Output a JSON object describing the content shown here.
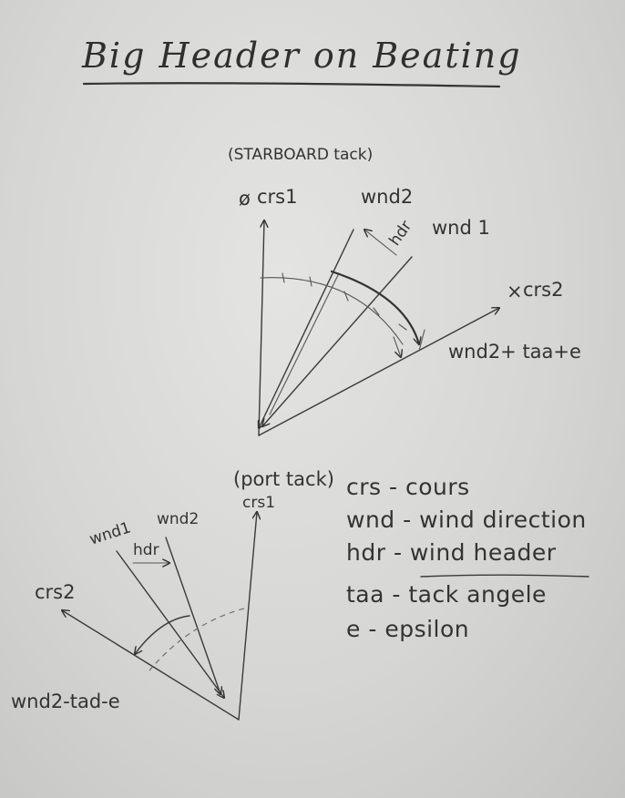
{
  "title": "Big Header on Beating",
  "starboard": {
    "tack_label": "(STARBOARD tack)",
    "crs1": "crs1",
    "crs1_mark": "ø",
    "crs2": "crs2",
    "crs2_mark": "×",
    "wnd2": "wnd2",
    "wnd1": "wnd 1",
    "hdr": "hdr",
    "formula": "wnd2+ taa+e"
  },
  "port": {
    "tack_label": "(port tack)",
    "crs1": "crs1",
    "crs2": "crs2",
    "wnd1": "wnd1",
    "wnd2": "wnd2",
    "hdr": "hdr",
    "formula": "wnd2-tad-e"
  },
  "legend": [
    {
      "abbr": "crs",
      "meaning": "cours"
    },
    {
      "abbr": "wnd",
      "meaning": "wind direction"
    },
    {
      "abbr": "hdr",
      "meaning": "wind header"
    },
    {
      "abbr": "taa",
      "meaning": "tack angele"
    },
    {
      "abbr": "e",
      "meaning": "epsilon"
    }
  ]
}
